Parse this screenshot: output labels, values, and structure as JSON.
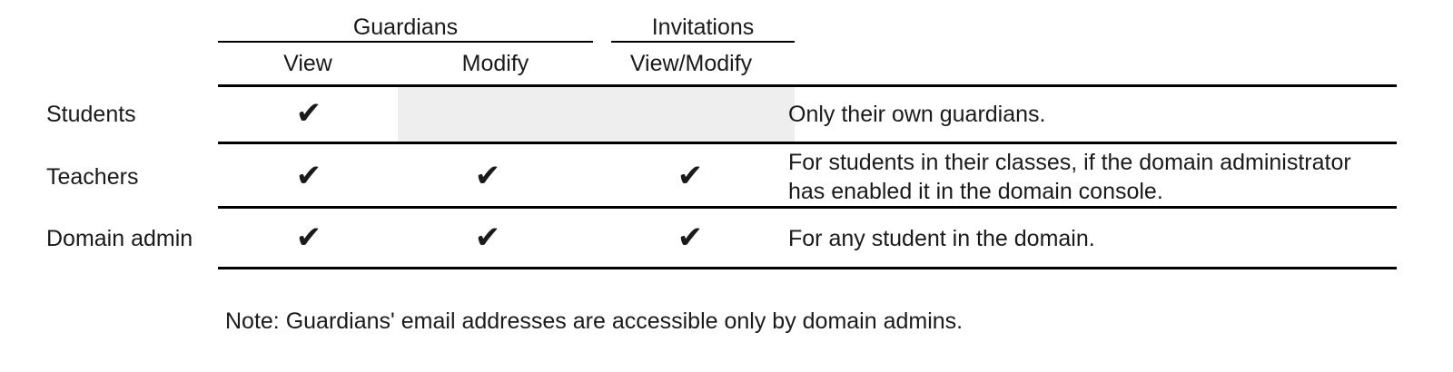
{
  "table": {
    "column_groups": [
      {
        "label": "Guardians",
        "subcolumns": [
          "View",
          "Modify"
        ]
      },
      {
        "label": "Invitations",
        "subcolumns": [
          "View/Modify"
        ]
      }
    ],
    "headers": {
      "group_guardians": "Guardians",
      "group_invitations": "Invitations",
      "sub_view": "View",
      "sub_modify": "Modify",
      "sub_view_modify": "View/Modify"
    },
    "check_glyph": "✔",
    "rows": [
      {
        "label": "Students",
        "guardians_view": "✔",
        "guardians_modify": "",
        "invitations_view_modify": "",
        "description": "Only their own guardians.",
        "shaded": true
      },
      {
        "label": "Teachers",
        "guardians_view": "✔",
        "guardians_modify": "✔",
        "invitations_view_modify": "✔",
        "description": "For students in their classes, if the domain administrator has enabled it in the domain console.",
        "shaded": false
      },
      {
        "label": "Domain admin",
        "guardians_view": "✔",
        "guardians_modify": "✔",
        "invitations_view_modify": "✔",
        "description": "For any student in the domain.",
        "shaded": false
      }
    ]
  },
  "note": "Note: Guardians' email addresses are accessible only by domain admins.",
  "colors": {
    "rule": "#000000",
    "shaded_cell": "#eeeeee",
    "text": "#1a1a1a",
    "background": "#ffffff"
  }
}
